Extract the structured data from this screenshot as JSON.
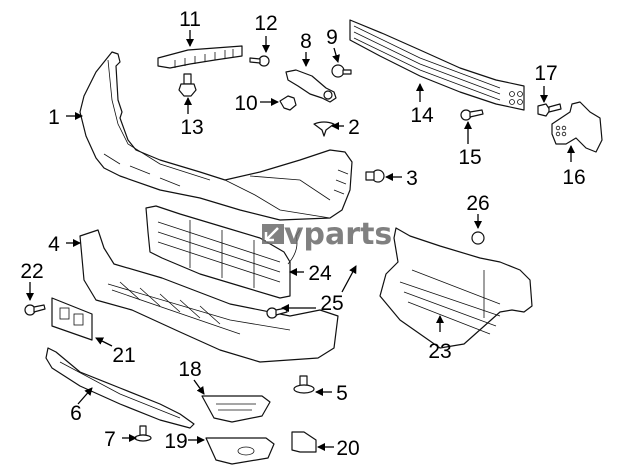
{
  "diagram": {
    "type": "exploded parts diagram",
    "subject": "front bumper assembly",
    "watermark": {
      "text": "vparts",
      "logo": "kv-logo-icon",
      "color": "#6b6b6b"
    },
    "callouts": [
      {
        "id": "1",
        "label": "1"
      },
      {
        "id": "2",
        "label": "2"
      },
      {
        "id": "3",
        "label": "3"
      },
      {
        "id": "4",
        "label": "4"
      },
      {
        "id": "5",
        "label": "5"
      },
      {
        "id": "6",
        "label": "6"
      },
      {
        "id": "7",
        "label": "7"
      },
      {
        "id": "8",
        "label": "8"
      },
      {
        "id": "9",
        "label": "9"
      },
      {
        "id": "10",
        "label": "10"
      },
      {
        "id": "11",
        "label": "11"
      },
      {
        "id": "12",
        "label": "12"
      },
      {
        "id": "13",
        "label": "13"
      },
      {
        "id": "14",
        "label": "14"
      },
      {
        "id": "15",
        "label": "15"
      },
      {
        "id": "16",
        "label": "16"
      },
      {
        "id": "17",
        "label": "17"
      },
      {
        "id": "18",
        "label": "18"
      },
      {
        "id": "19",
        "label": "19"
      },
      {
        "id": "20",
        "label": "20"
      },
      {
        "id": "21",
        "label": "21"
      },
      {
        "id": "22",
        "label": "22"
      },
      {
        "id": "23",
        "label": "23"
      },
      {
        "id": "24",
        "label": "24"
      },
      {
        "id": "25",
        "label": "25"
      },
      {
        "id": "26",
        "label": "26"
      }
    ]
  }
}
